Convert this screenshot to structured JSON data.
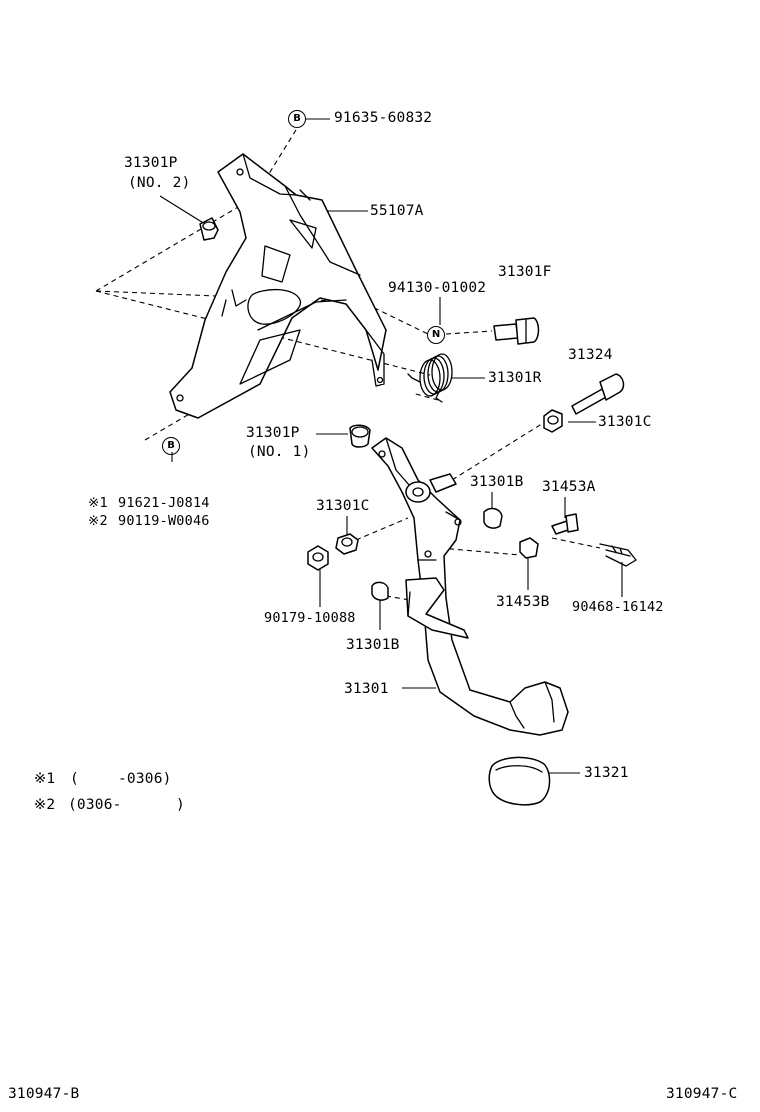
{
  "labels": {
    "bolt_b_top": "91635-60832",
    "bushing_no2_part": "31301P",
    "bushing_no2_sub": "(NO. 2)",
    "bracket": "55107A",
    "nut_n_part": "94130-01002",
    "bolt_f": "31301F",
    "stop_bolt": "31324",
    "spring": "31301R",
    "bushing_no1_part": "31301P",
    "bushing_no1_sub": "(NO. 1)",
    "collar_c_right": "31301C",
    "cushion_b_right": "31301B",
    "pin_a": "31453A",
    "collar_c_left": "31301C",
    "nut_left": "90179-10088",
    "bushing_b": "31453B",
    "clip": "90468-16142",
    "cushion_b_bottom": "31301B",
    "pedal": "31301",
    "pad": "31321",
    "bolt_alt1_mark": "※1",
    "bolt_alt1": "91621-J0814",
    "bolt_alt2_mark": "※2",
    "bolt_alt2": "90119-W0046",
    "note1_mark": "※1",
    "note1_open": "(",
    "note1_range": "-0306)",
    "note2_mark": "※2",
    "note2_range": "(0306-",
    "note2_close": ")",
    "footer_left": "310947-B",
    "footer_right": "310947-C"
  },
  "markers": {
    "b_top": "B",
    "b_bottom": "B",
    "n": "N"
  }
}
